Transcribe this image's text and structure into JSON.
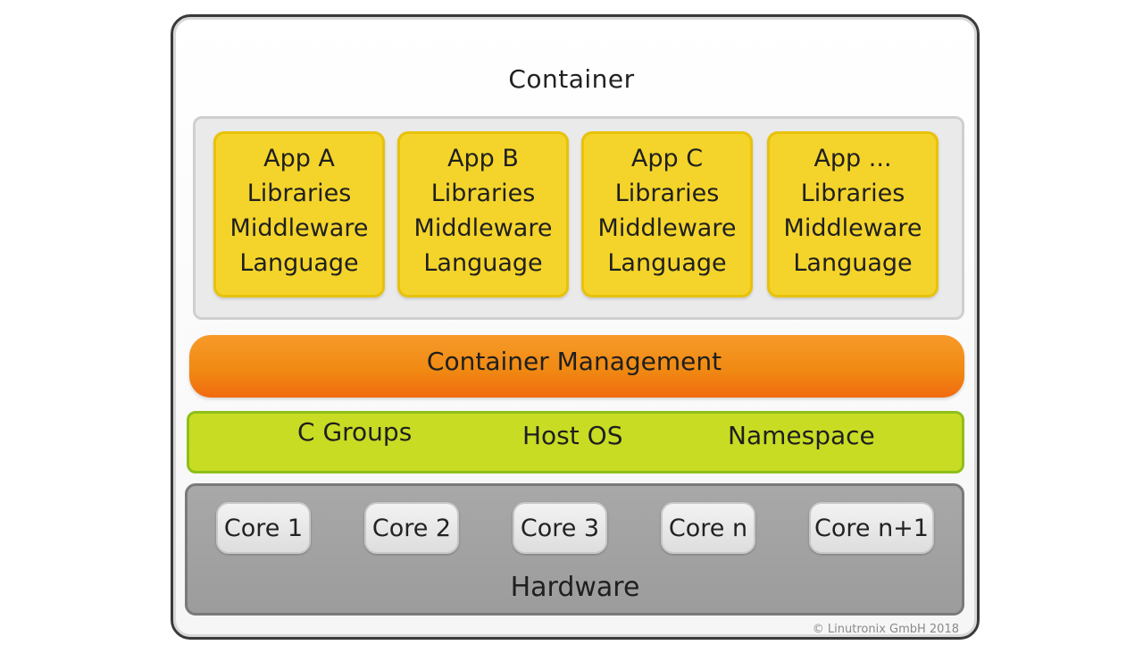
{
  "container": {
    "title": "Container",
    "apps": [
      {
        "name": "App A",
        "libraries": "Libraries",
        "middleware": "Middleware",
        "language": "Language"
      },
      {
        "name": "App B",
        "libraries": "Libraries",
        "middleware": "Middleware",
        "language": "Language"
      },
      {
        "name": "App C",
        "libraries": "Libraries",
        "middleware": "Middleware",
        "language": "Language"
      },
      {
        "name": "App ...",
        "libraries": "Libraries",
        "middleware": "Middleware",
        "language": "Language"
      }
    ]
  },
  "management": {
    "label": "Container Management"
  },
  "host_os": {
    "cgroups": "C Groups",
    "label": "Host OS",
    "namespace": "Namespace"
  },
  "hardware": {
    "label": "Hardware",
    "cores": [
      "Core 1",
      "Core 2",
      "Core 3",
      "Core n",
      "Core n+1"
    ]
  },
  "footer": {
    "copyright": "© Linutronix GmbH 2018"
  },
  "colors": {
    "app_fill": "#f4d42a",
    "management_fill": "#f08a12",
    "host_os_fill": "#c8dc24",
    "hardware_fill": "#a0a0a0",
    "core_fill": "#ececec"
  }
}
